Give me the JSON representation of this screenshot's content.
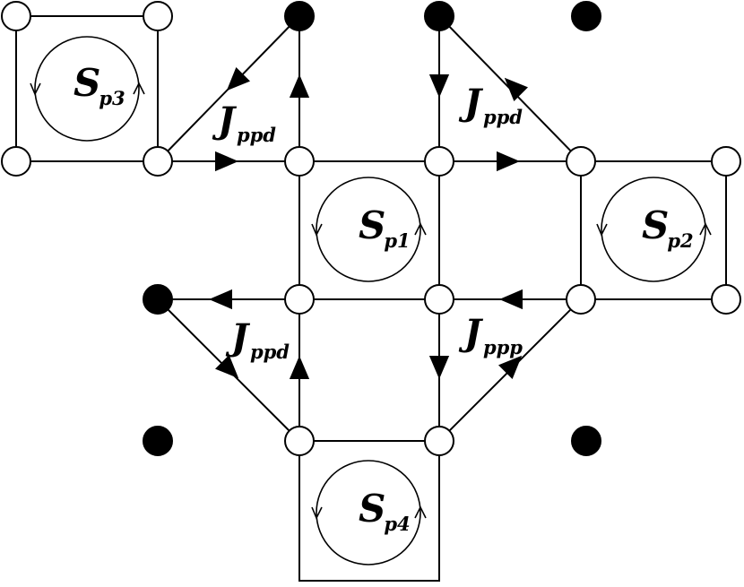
{
  "colors": {
    "stroke": "#000000",
    "open_node_fill": "#ffffff",
    "filled_node_fill": "#000000",
    "background": "#ffffff"
  },
  "plaquettes": [
    {
      "id": "p3",
      "main": "S",
      "sub": "p3"
    },
    {
      "id": "p1",
      "main": "S",
      "sub": "p1"
    },
    {
      "id": "p2",
      "main": "S",
      "sub": "p2"
    },
    {
      "id": "p4",
      "main": "S",
      "sub": "p4"
    }
  ],
  "couplings": [
    {
      "id": "upper-left",
      "main": "J",
      "sub": "ppd"
    },
    {
      "id": "upper-right",
      "main": "J",
      "sub": "ppd"
    },
    {
      "id": "lower-left",
      "main": "J",
      "sub": "ppd"
    },
    {
      "id": "lower-right",
      "main": "J",
      "sub": "ppp"
    }
  ],
  "node_legend": {
    "open": "open-circle-site",
    "filled": "filled-circle-site"
  }
}
